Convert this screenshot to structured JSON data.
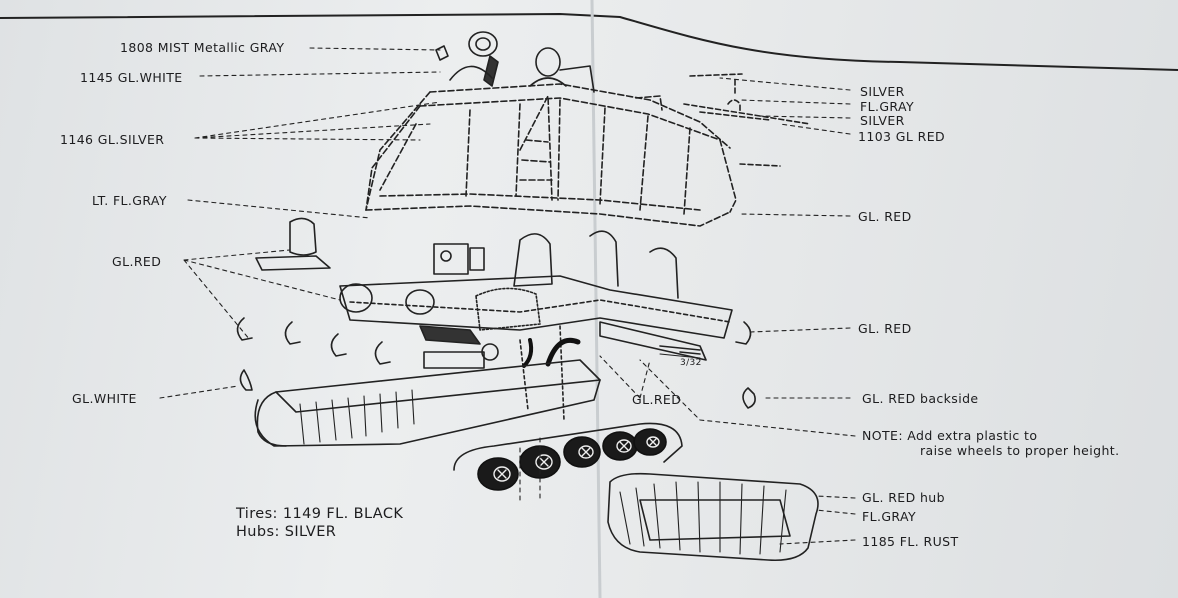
{
  "labels": {
    "mist_gray": "1808 MIST Metallic GRAY",
    "gl_white_1145": "1145 GL.WHITE",
    "gl_silver_1146": "1146 GL.SILVER",
    "lt_fl_gray": "LT. FL.GRAY",
    "gl_red_left": "GL.RED",
    "gl_white_left": "GL.WHITE",
    "silver_top": "SILVER",
    "fl_gray_top": "FL.GRAY",
    "silver_mid": "SILVER",
    "gl_red_1103": "1103 GL RED",
    "gl_red_right_1": "GL. RED",
    "gl_red_right_2": "GL. RED",
    "gl_red_backside": "GL. RED backside",
    "gl_red_center": "GL.RED",
    "note_line1": "NOTE: Add extra plastic to",
    "note_line2": "raise wheels to proper height.",
    "gl_red_hub": "GL. RED hub",
    "fl_gray_tread": "FL.GRAY",
    "fl_rust_1185": "1185 FL. RUST",
    "tires": "Tires: 1149 FL. BLACK",
    "hubs": "Hubs: SILVER",
    "dim_332": "3/32"
  }
}
